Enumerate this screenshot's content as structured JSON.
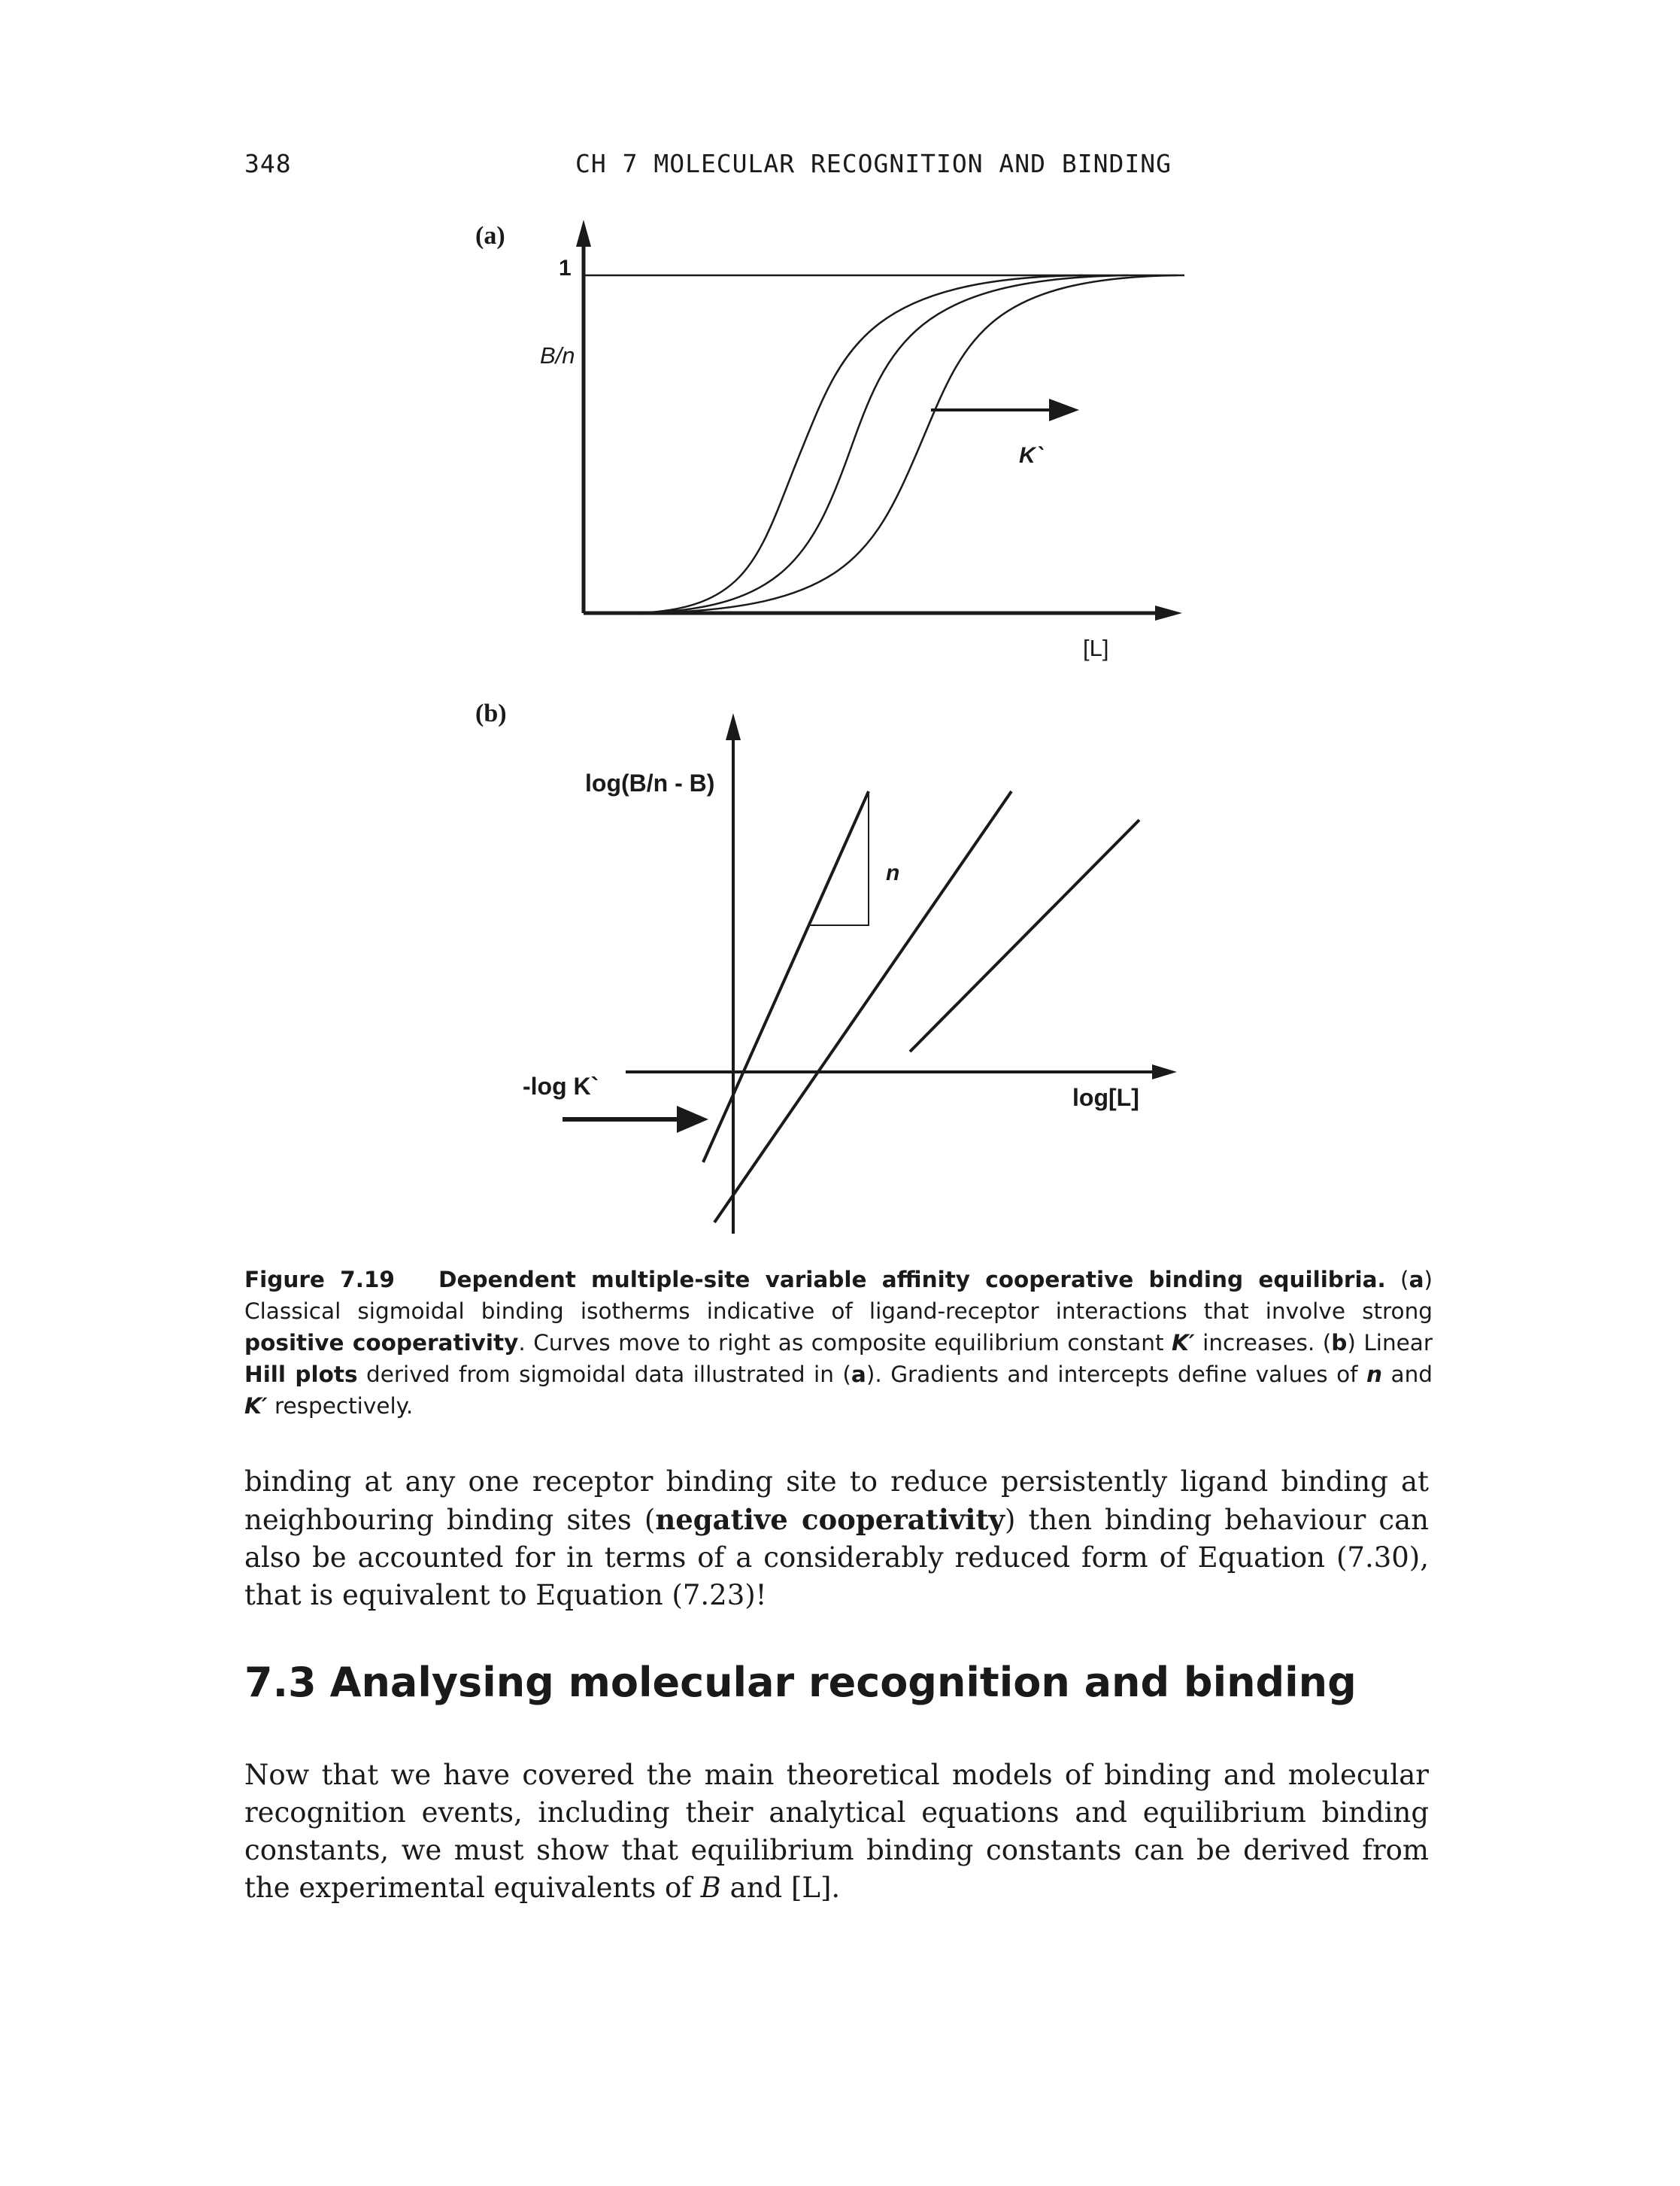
{
  "header": {
    "page_number": "348",
    "chapter": "CH 7  MOLECULAR RECOGNITION AND BINDING"
  },
  "figure": {
    "panel_a": {
      "letter": "(a)",
      "y_tick": "1",
      "y_label": "B/n",
      "x_label": "[L]",
      "arrow_label": "K`"
    },
    "panel_b": {
      "letter": "(b)",
      "y_label": "log(B/n - B)",
      "x_label": "log[L]",
      "slope_label": "n",
      "intercept_label": "-log K`"
    }
  },
  "caption": {
    "figure_label": "Figure 7.19",
    "title": "Dependent multiple-site variable affinity cooperative binding equilibria.",
    "a_marker": "a",
    "a_text_1": " Classical sigmoidal binding isotherms indicative of ligand-receptor interactions that involve strong ",
    "a_bold": "positive cooperativity",
    "a_text_2": ". Curves move to right as composite equilibrium constant ",
    "K_prime": "K′",
    "a_text_3": " increases. ",
    "b_marker": "b",
    "b_text_1": " Linear ",
    "b_bold": "Hill plots",
    "b_text_2": " derived from sigmoidal data illustrated in ",
    "b_ref": "a",
    "b_text_3": ". Gradients and intercepts define values of ",
    "n": "n",
    "b_text_4": " and ",
    "b_text_5": " respectively."
  },
  "body": {
    "para1_text_1": "binding at any one receptor binding site to reduce persistently ligand binding at neighbouring binding sites (",
    "para1_bold": "negative cooperativity",
    "para1_text_2": ") then binding behaviour can also be accounted for in terms of a considerably reduced form of Equation (7.30), that is equivalent to Equation (7.23)!",
    "section_number": "7.3",
    "section_title": "Analysing molecular recognition and binding",
    "para2_text_1": "Now that we have covered the main theoretical models of binding and molecular recognition events, including their analytical equations and equilibrium binding constants, we must show that equilibrium binding constants can be derived from the experimental equivalents of ",
    "para2_B": "B",
    "para2_text_2": " and [L]."
  }
}
